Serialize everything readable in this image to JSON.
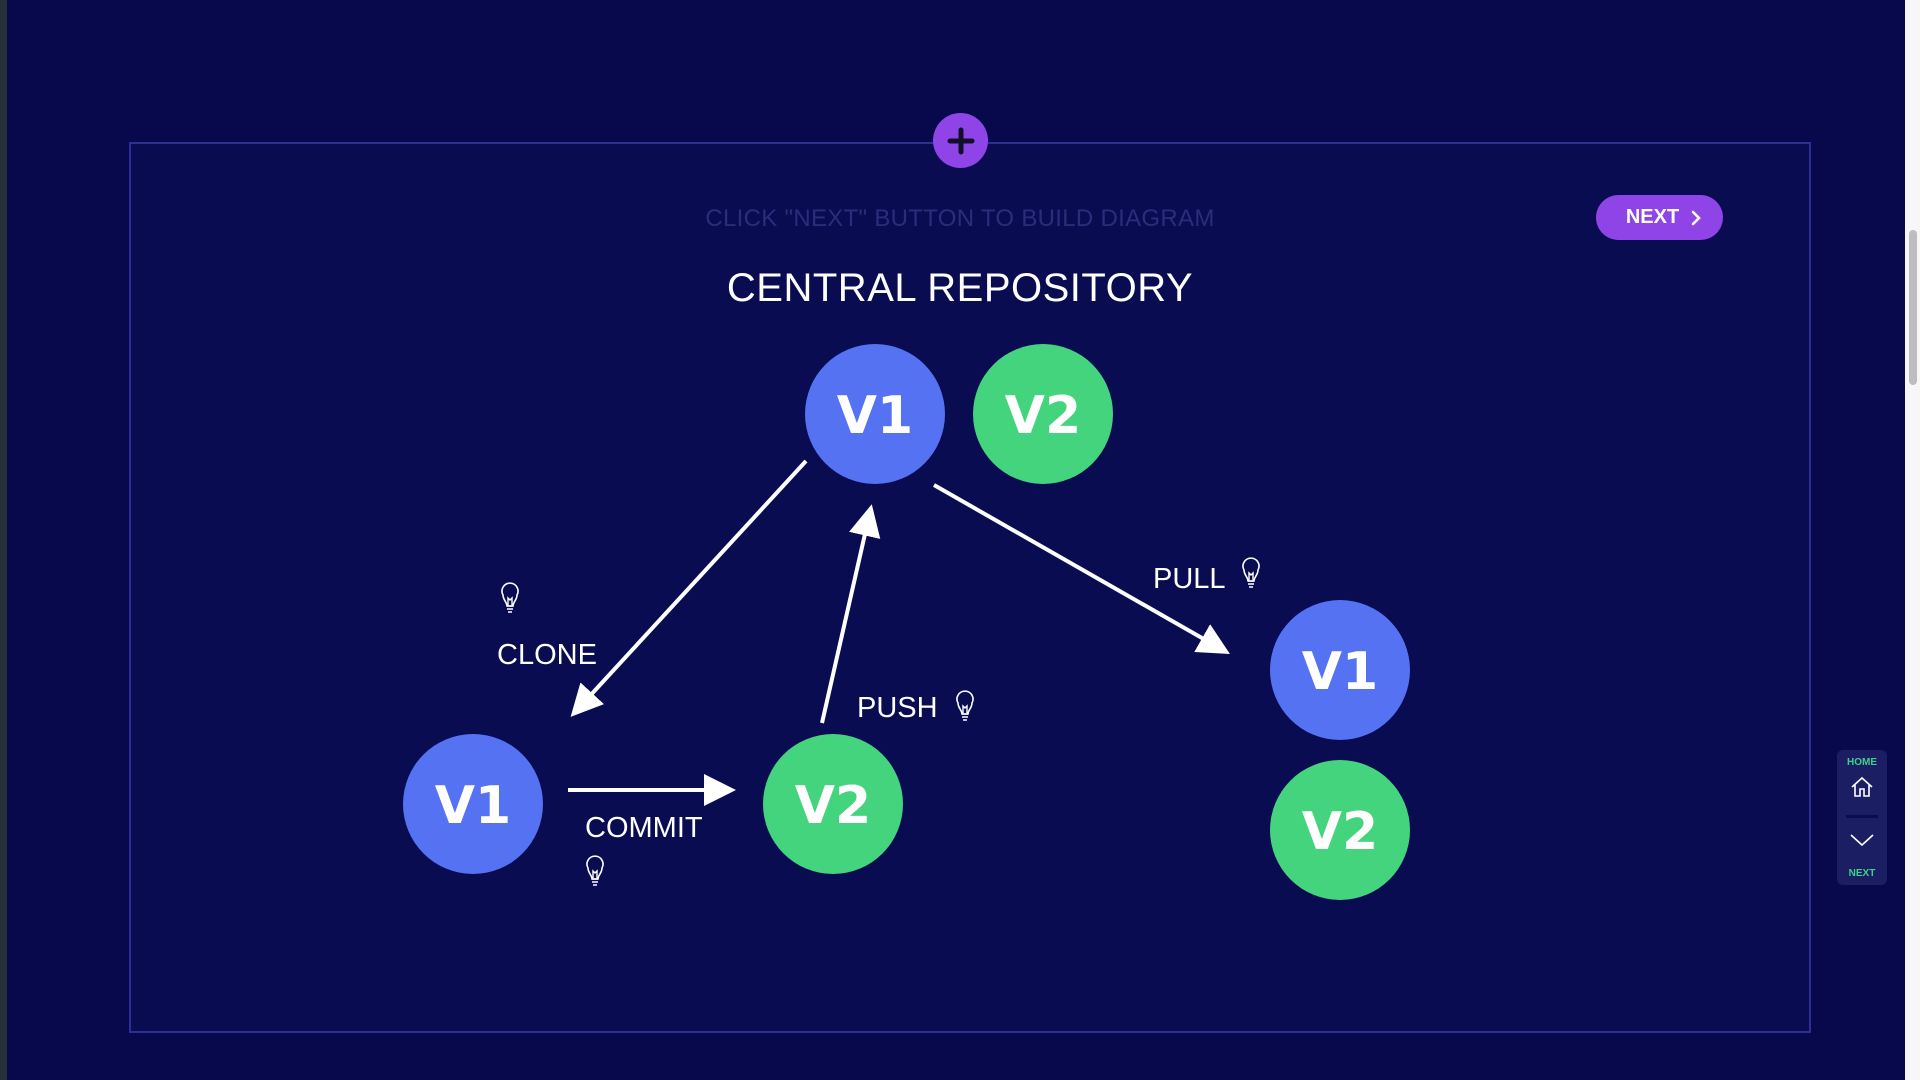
{
  "header": {
    "hint": "CLICK \"NEXT\" BUTTON TO BUILD DIAGRAM",
    "next_label": "NEXT",
    "add_icon": "plus-icon"
  },
  "diagram": {
    "title": "CENTRAL REPOSITORY",
    "colors": {
      "v1": "#5472f2",
      "v2": "#44d47e",
      "arrow": "#ffffff",
      "accent": "#8e44e6"
    },
    "nodes": {
      "central_v1": "V1",
      "central_v2": "V2",
      "local_v1": "V1",
      "local_v2": "V2",
      "remote_v1": "V1",
      "remote_v2": "V2"
    },
    "actions": {
      "clone": "CLONE",
      "commit": "COMMIT",
      "push": "PUSH",
      "pull": "PULL"
    }
  },
  "side_nav": {
    "home_label": "HOME",
    "next_label": "NEXT"
  }
}
